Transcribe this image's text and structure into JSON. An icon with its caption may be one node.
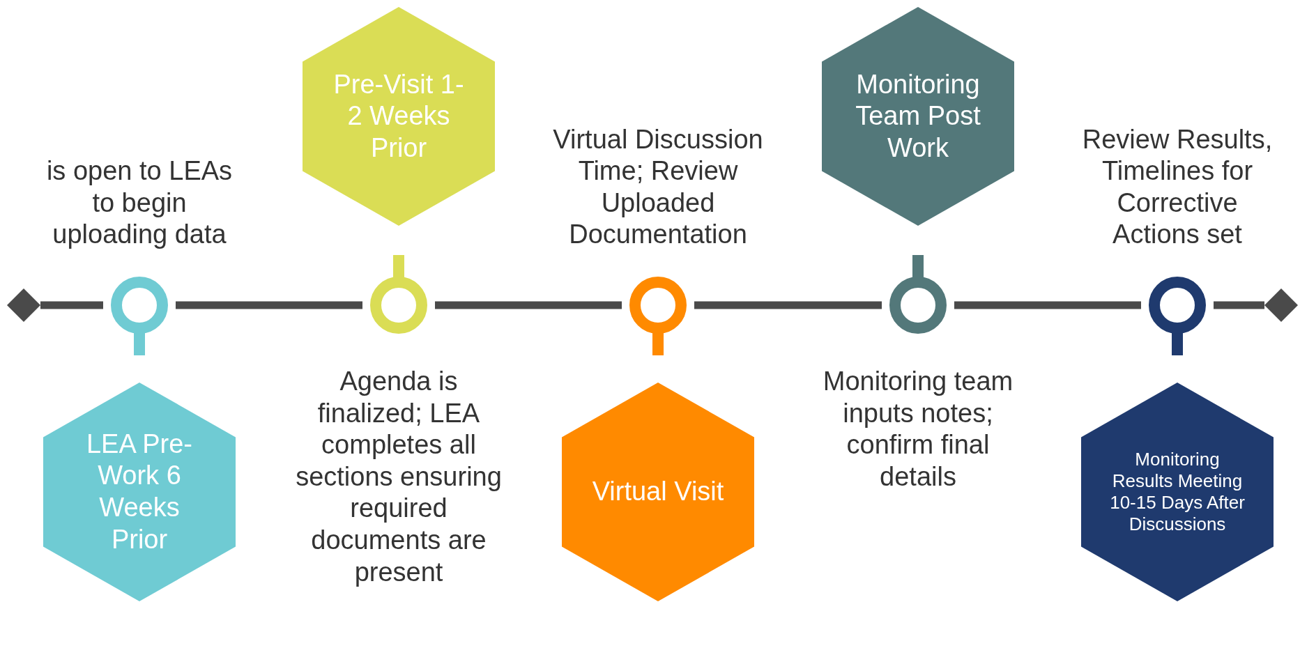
{
  "diagram": {
    "nodes": [
      {
        "text": [
          "LEA Pre-Work 6 Weeks Prior"
        ]
      },
      {
        "text": [
          "Pre-Visit 1-2 Weeks Prior"
        ]
      },
      {
        "text": [
          "Virtual Visit"
        ]
      },
      {
        "text": [
          "Monitoring Team Post Work"
        ]
      },
      {
        "text": [
          "Monitoring Results Meeting 10-15 Days After Discussions"
        ]
      },
      {
        "text": [],
        "shape": "circle"
      },
      {
        "text": [],
        "shape": "circle"
      },
      {
        "text": [],
        "shape": "circle"
      },
      {
        "text": [],
        "shape": "circle"
      },
      {
        "text": [],
        "shape": "circle"
      },
      {
        "text": [],
        "shape": "diamond"
      },
      {
        "text": [],
        "shape": "diamond"
      }
    ],
    "edges": [
      {
        "from": 10,
        "to": 5,
        "arrow": "none"
      },
      {
        "from": 5,
        "to": 6,
        "arrow": "none"
      },
      {
        "from": 6,
        "to": 7,
        "arrow": "none"
      },
      {
        "from": 7,
        "to": 8,
        "arrow": "none"
      },
      {
        "from": 8,
        "to": 9,
        "arrow": "none"
      },
      {
        "from": 9,
        "to": 11,
        "arrow": "none"
      }
    ],
    "labels": [
      "is open to LEAs to begin uploading data",
      "Agenda is finalized; LEA completes all sections ensuring required documents are present",
      "Virtual Discussion Time; Review Uploaded Documentation",
      "Monitoring team inputs notes; confirm final details",
      "Review Results, Timelines for Corrective Actions set"
    ]
  }
}
